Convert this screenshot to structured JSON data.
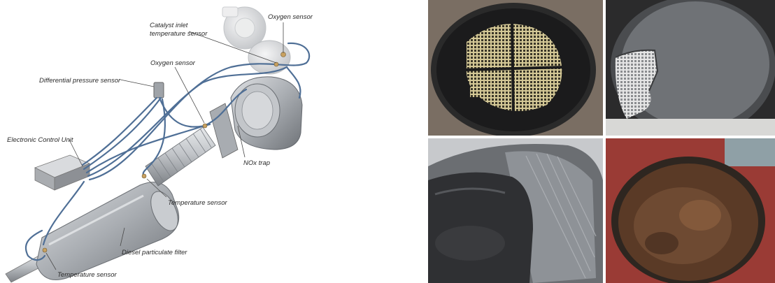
{
  "diagram": {
    "labels": {
      "oxygen_sensor_top": "Oxygen sensor",
      "catalyst_inlet_1": "Catalyst inlet",
      "catalyst_inlet_2": "temperature sensor",
      "oxygen_sensor_mid": "Oxygen sensor",
      "differential_pressure_sensor": "Differential pressure sensor",
      "electronic_control_unit": "Electronic Control Unit",
      "nox_trap": "NOx trap",
      "temperature_sensor_mid": "Temperature sensor",
      "diesel_particulate_filter": "Diesel particulate filter",
      "temperature_sensor_bottom": "Temperature sensor"
    },
    "colors": {
      "wire": "#4f6f96",
      "metal": "#b9bcc0",
      "label_text": "#2a2a2a"
    }
  },
  "photos": [
    {
      "name": "clogged-filter-face-photo",
      "colors": {
        "base": "#1c1c1c",
        "accent": "#cdbf8a"
      }
    },
    {
      "name": "broken-filter-face-photo",
      "colors": {
        "base": "#6e7073",
        "accent": "#d8d8d8"
      }
    },
    {
      "name": "cracked-filter-side-photo",
      "colors": {
        "base": "#3e4043",
        "accent": "#9ea2a6"
      }
    },
    {
      "name": "rusted-filter-face-photo",
      "colors": {
        "base": "#5a3a26",
        "accent": "#8c5f3f"
      }
    }
  ]
}
